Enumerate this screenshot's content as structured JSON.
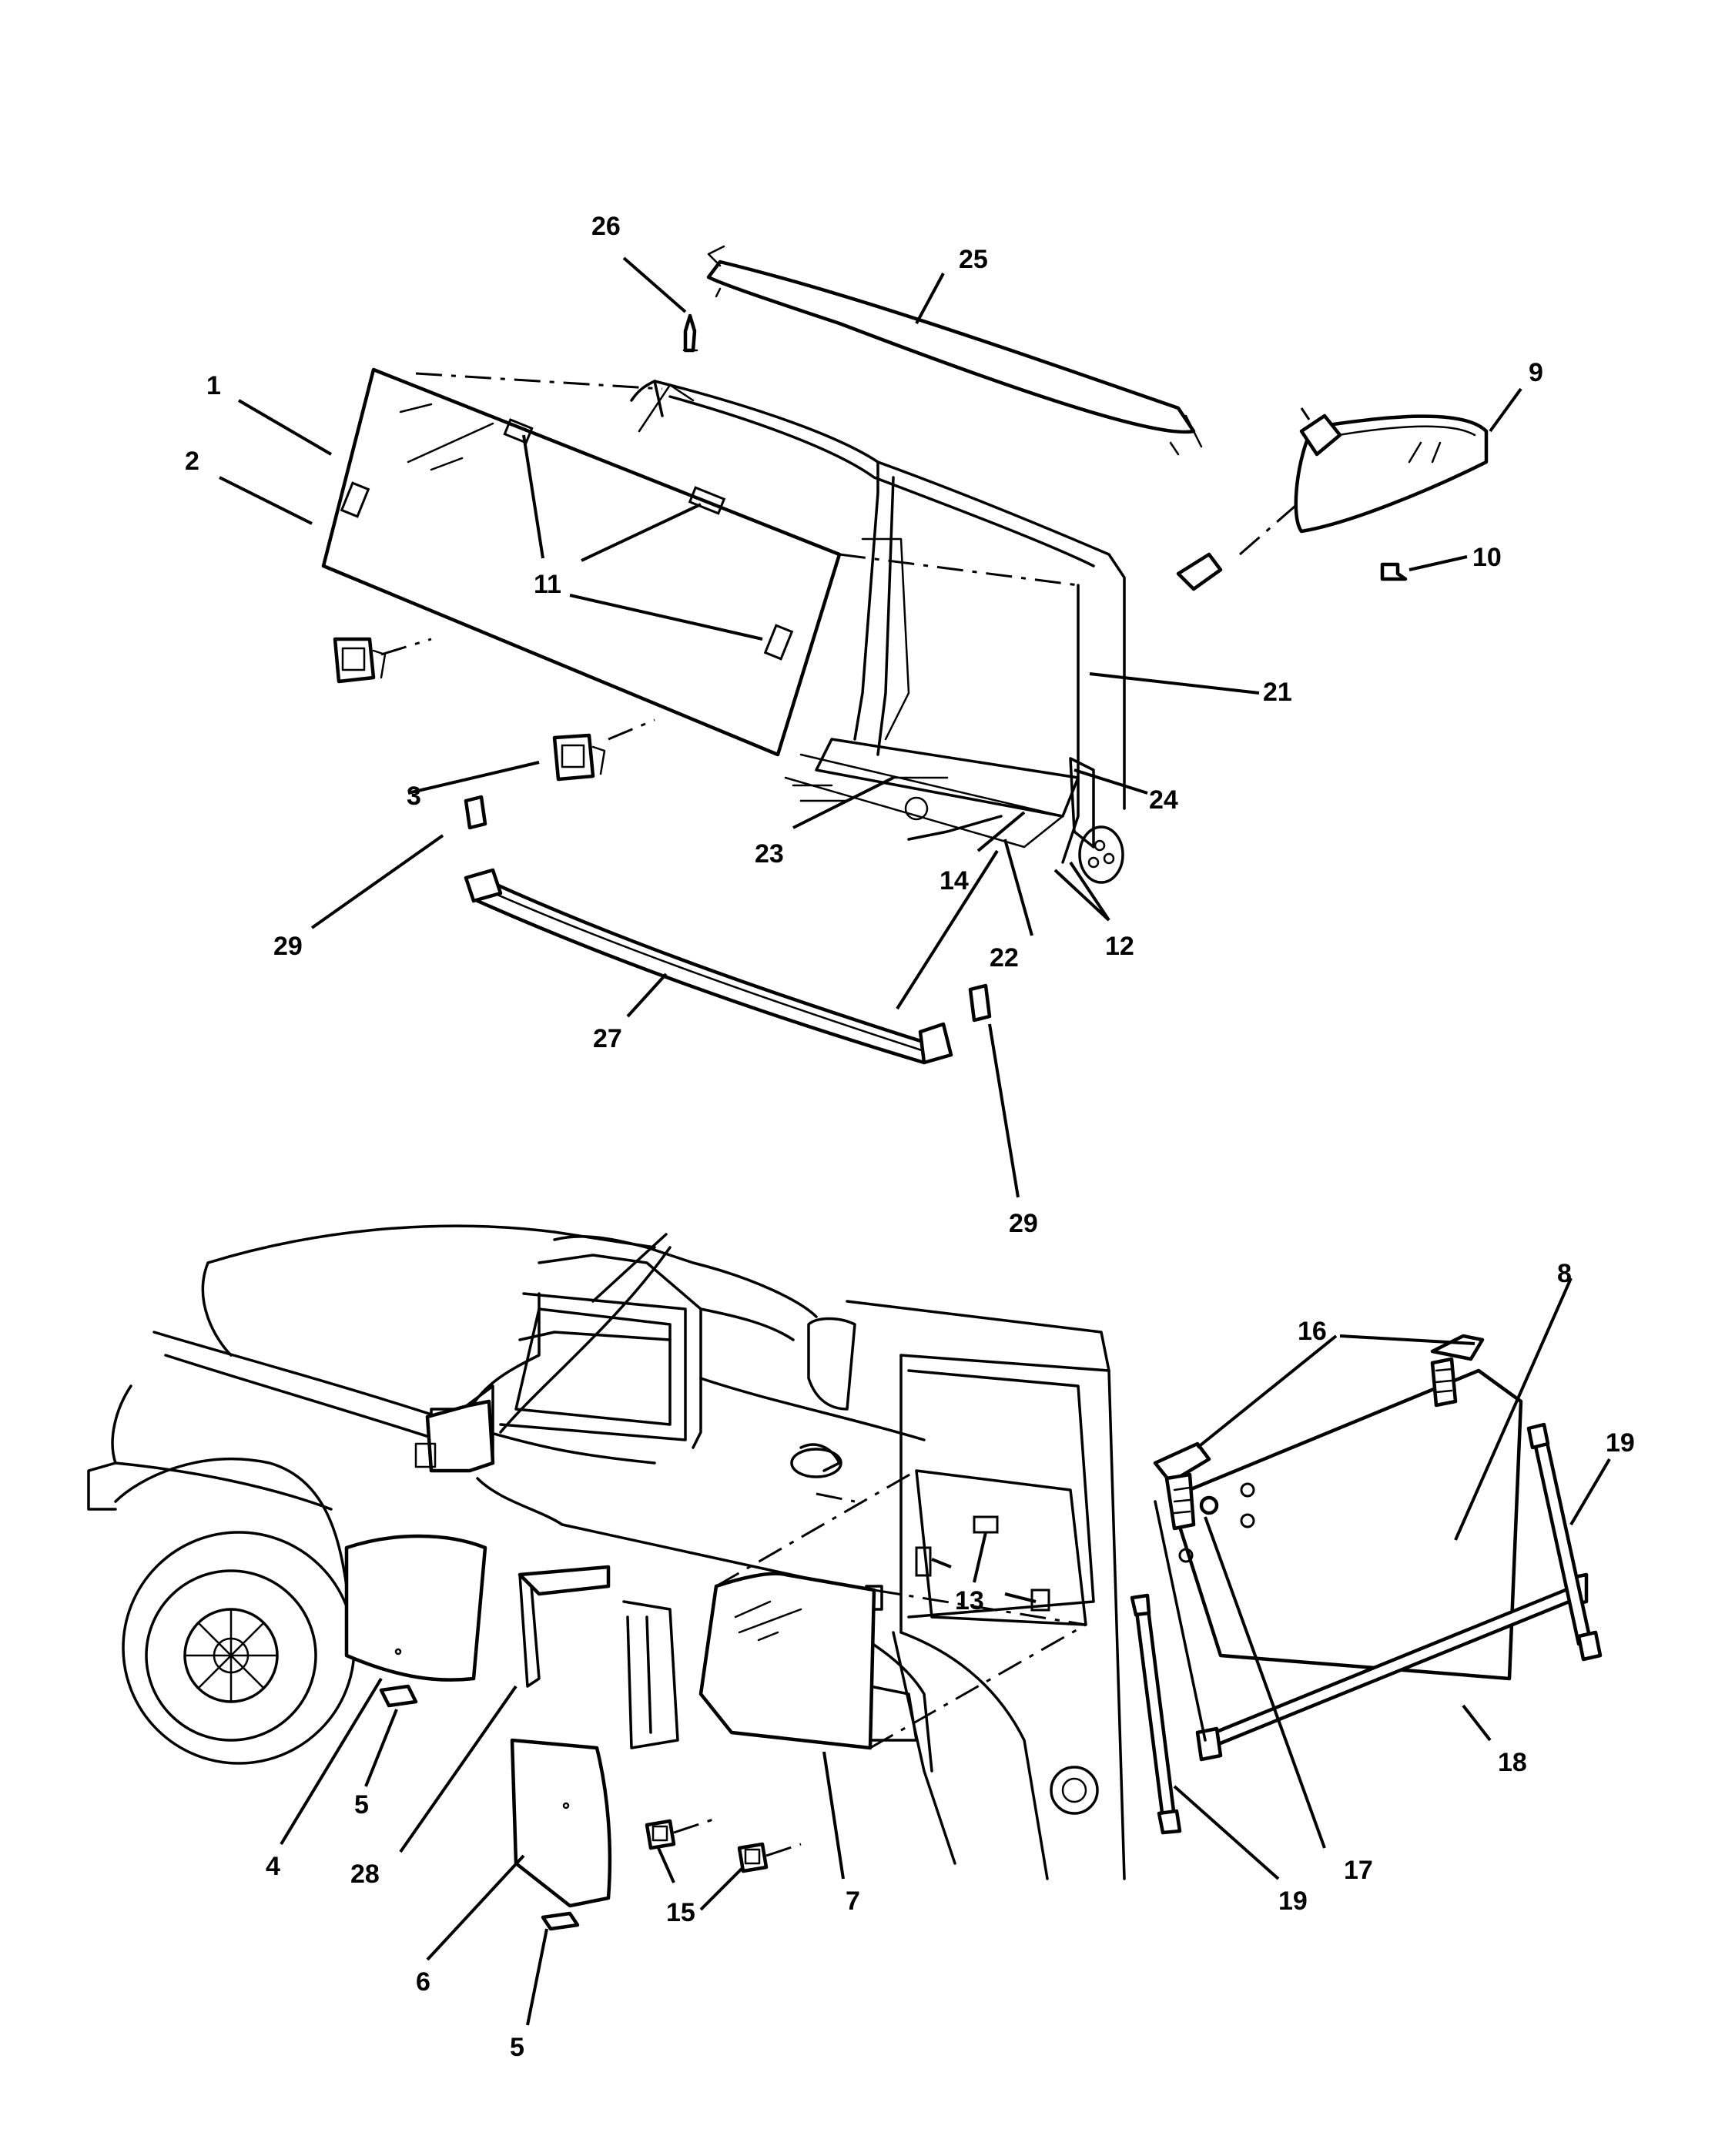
{
  "diagram": {
    "callouts": [
      "1",
      "2",
      "3",
      "4",
      "5",
      "5",
      "6",
      "7",
      "8",
      "9",
      "10",
      "11",
      "12",
      "13",
      "14",
      "15",
      "16",
      "17",
      "18",
      "19",
      "19",
      "21",
      "22",
      "23",
      "24",
      "25",
      "26",
      "27",
      "28",
      "29",
      "29"
    ]
  }
}
